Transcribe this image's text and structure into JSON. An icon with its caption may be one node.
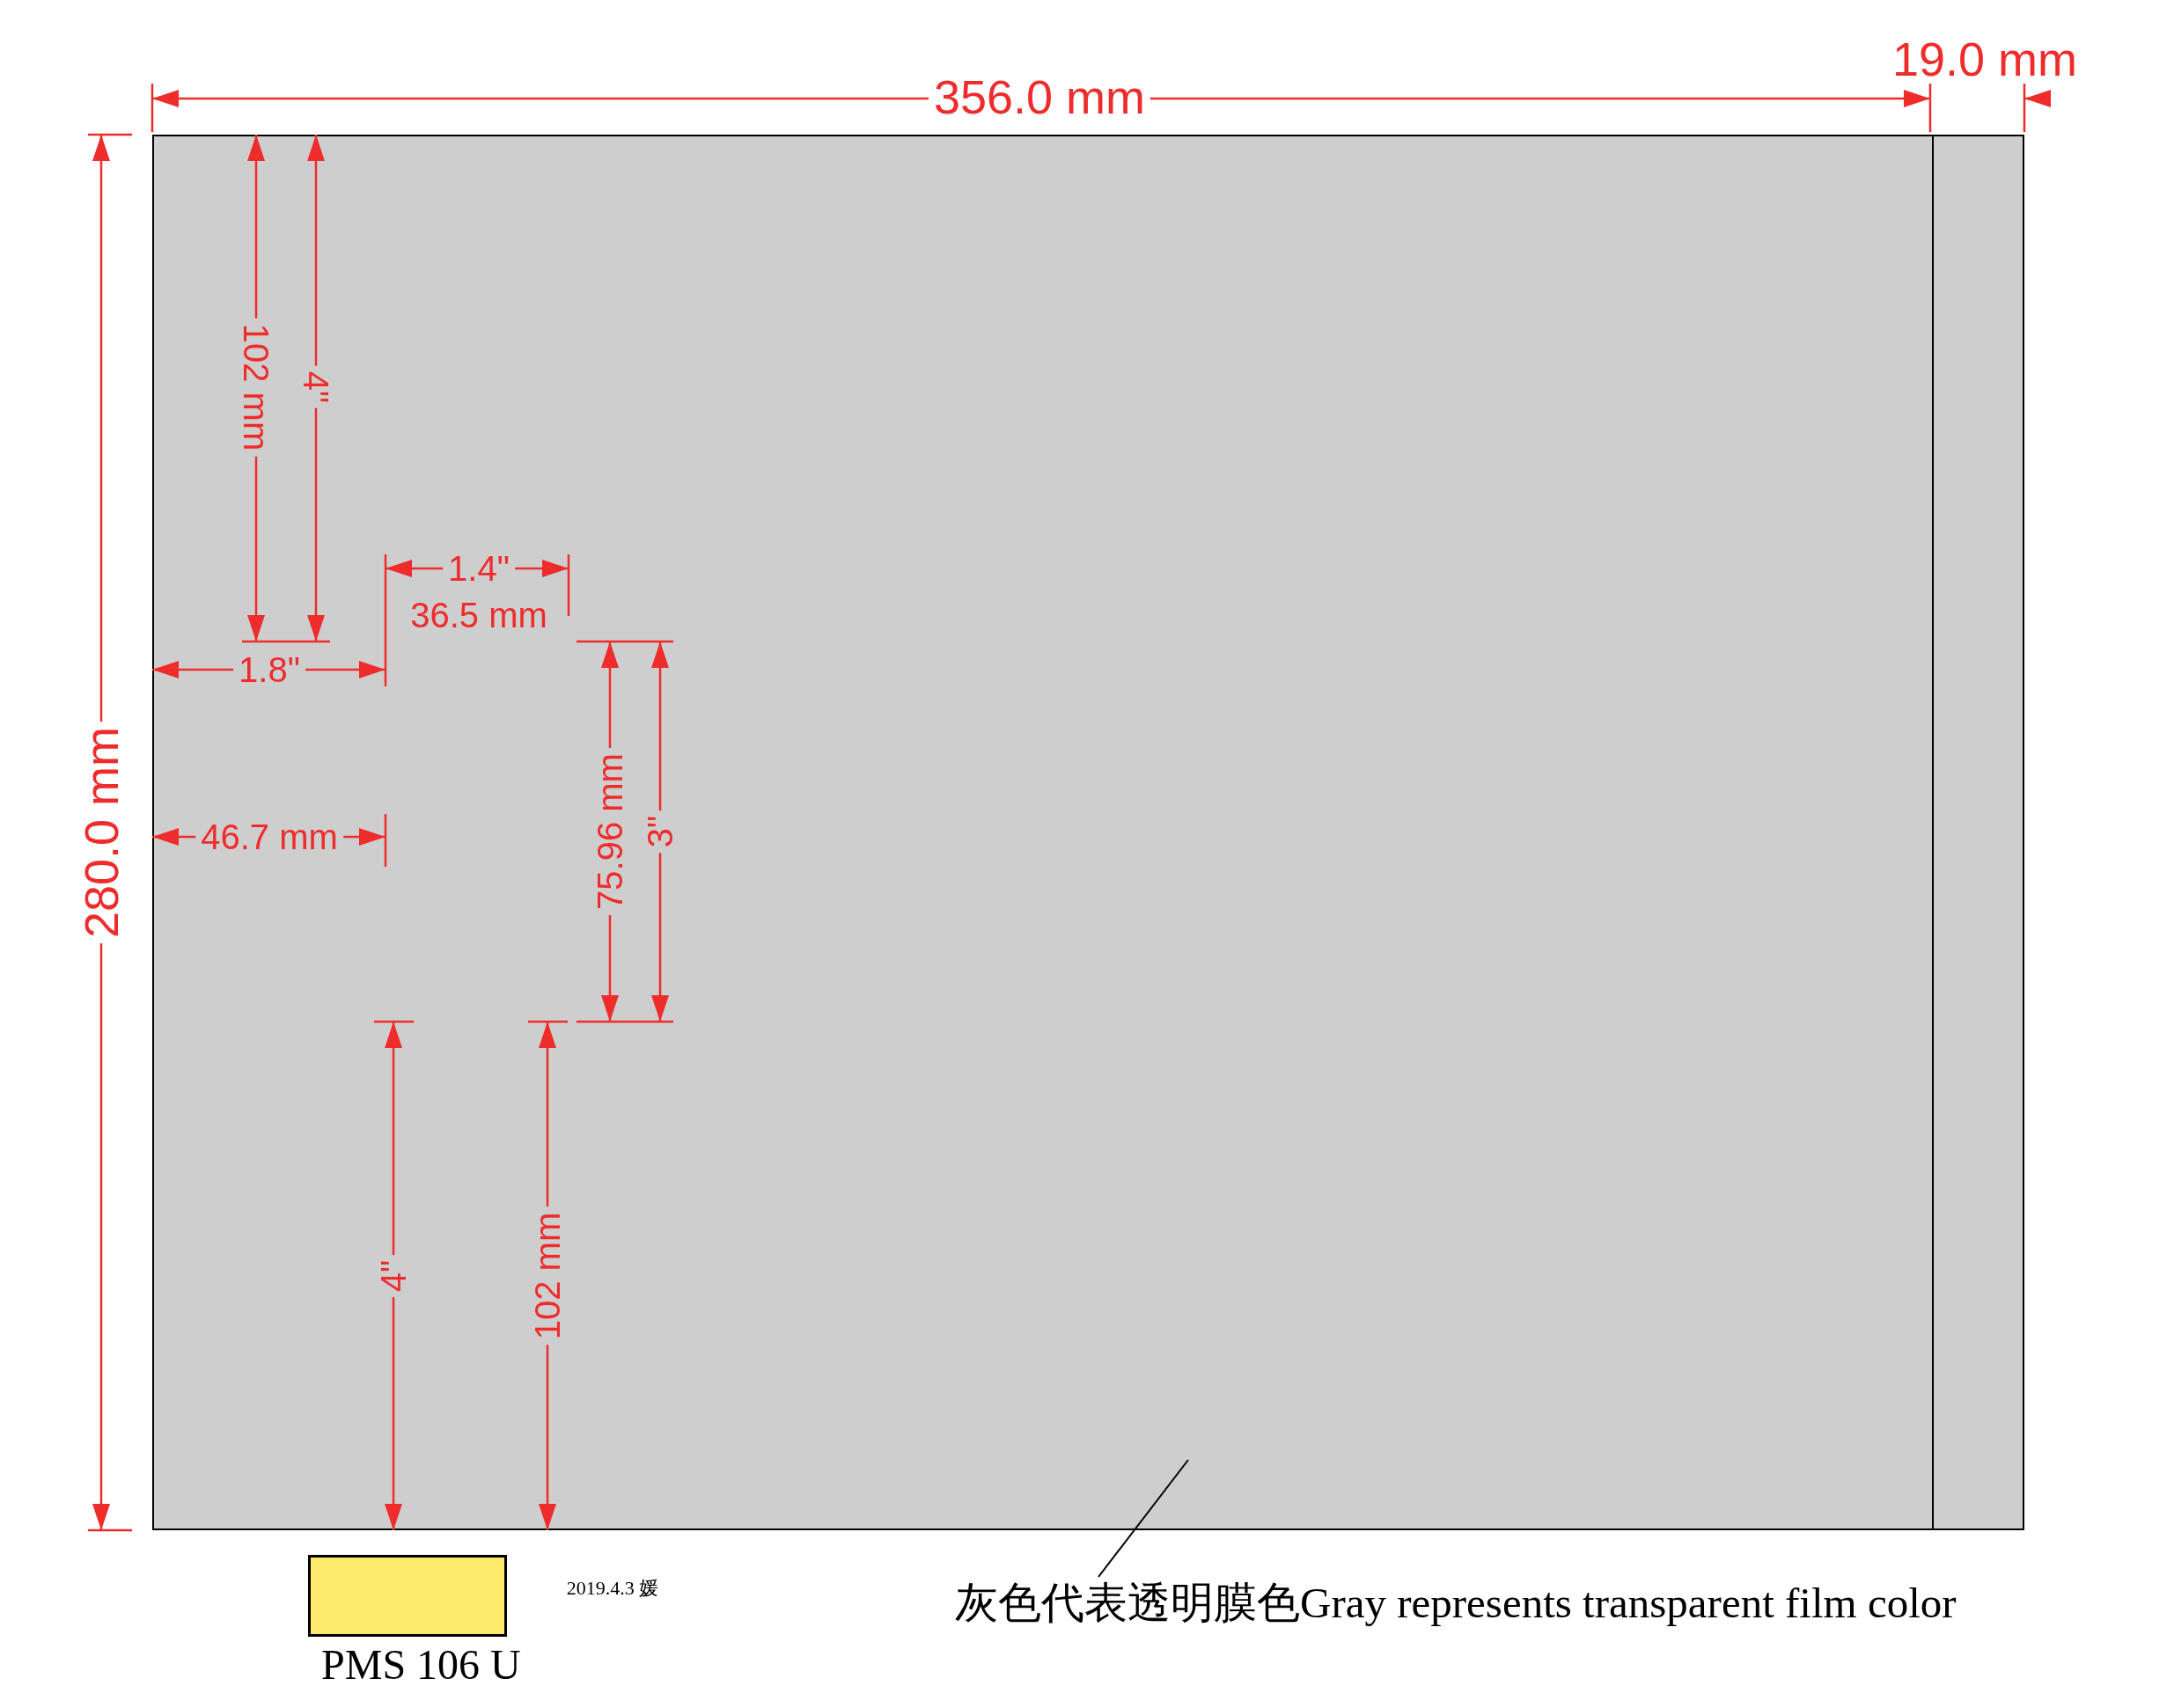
{
  "diagram": {
    "nodes": [
      {
        "text": [],
        "shape": "box"
      },
      {
        "text": [
          "灰色代表透明膜色Gray represents transparent film color"
        ]
      }
    ],
    "edges": [
      {
        "from": 1,
        "to": 0,
        "arrow": "none"
      }
    ],
    "labels": [
      "356.0 mm",
      "19.0 mm",
      "102 mm",
      "4\"",
      "1.4\"",
      "36.5 mm",
      "1.8\"",
      "280.0 mm",
      "46.7 mm",
      "75.96 mm",
      "3\"",
      "4\"",
      "102 mm",
      "2019.4.3 媛"
    ],
    "legend": [
      {
        "text": "PMS 106 U",
        "color": "#fdea6a"
      }
    ]
  }
}
